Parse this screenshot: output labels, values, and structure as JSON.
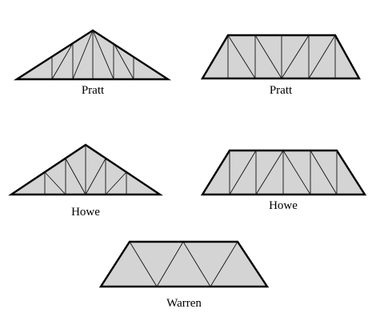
{
  "trusses": [
    {
      "id": "pratt-roof",
      "label": "Pratt",
      "kind": "pratt-triangular"
    },
    {
      "id": "pratt-bridge",
      "label": "Pratt",
      "kind": "pratt-trapezoid"
    },
    {
      "id": "howe-roof",
      "label": "Howe",
      "kind": "howe-triangular"
    },
    {
      "id": "howe-bridge",
      "label": "Howe",
      "kind": "howe-trapezoid"
    },
    {
      "id": "warren-bridge",
      "label": "Warren",
      "kind": "warren-trapezoid"
    }
  ],
  "colors": {
    "fill": "#d4d4d4",
    "outline": "#000000",
    "background": "#ffffff"
  }
}
